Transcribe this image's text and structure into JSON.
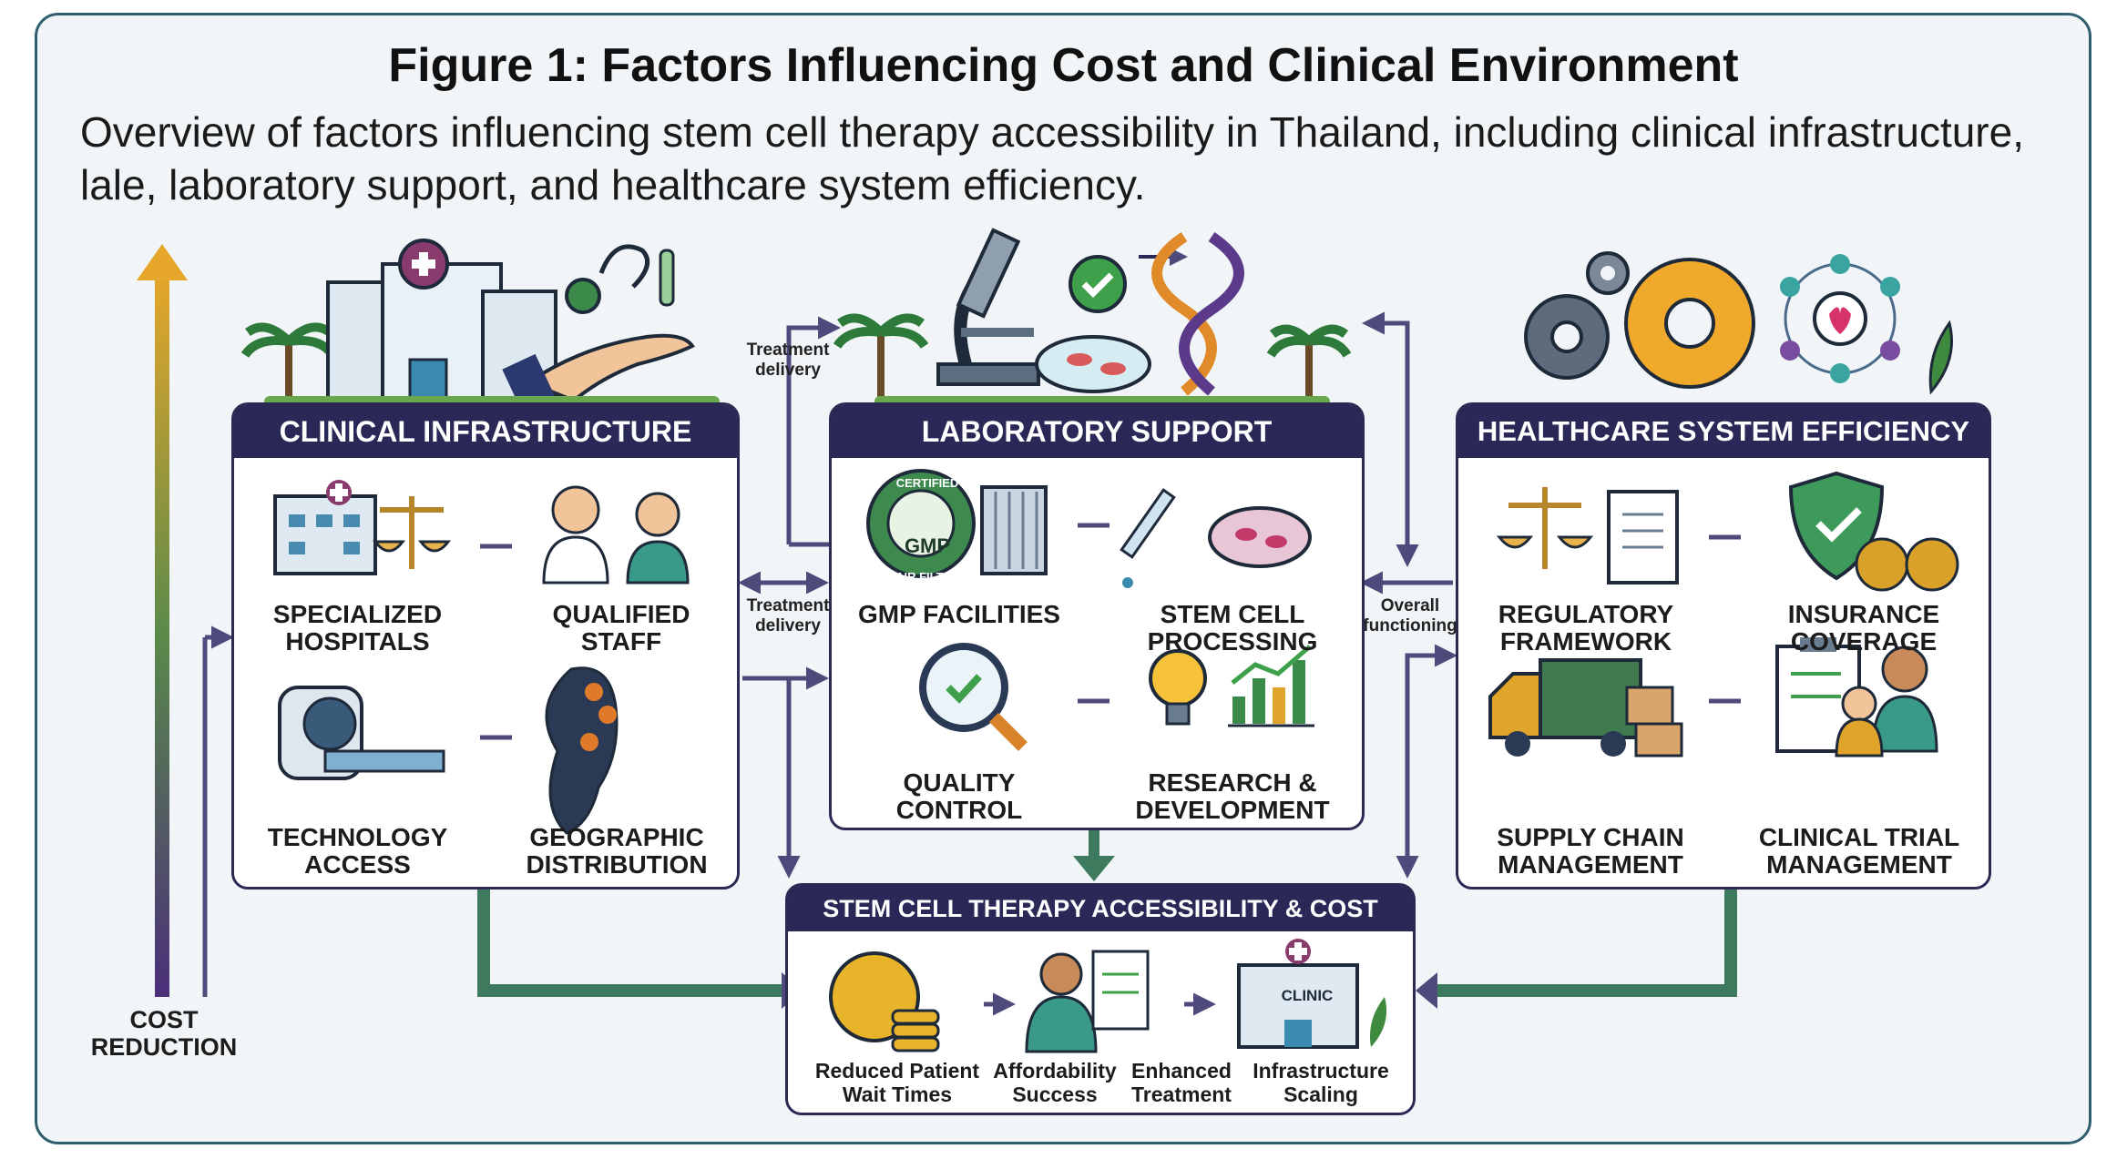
{
  "title": "Figure 1: Factors Influencing Cost and Clinical Environment",
  "subtitle": "Overview of factors influencing stem cell therapy accessibility in Thailand, including clinical infrastructure, lale, laboratory support, and healthcare system efficiency.",
  "colors": {
    "navy": "#2a2856",
    "green": "#3d7a5e",
    "purple": "#5b4b8a",
    "gold": "#e3a72b"
  },
  "panels": {
    "clinical": {
      "header": "CLINICAL INFRASTRUCTURE",
      "items": [
        "SPECIALIZED HOSPITALS",
        "QUALIFIED STAFF",
        "TECHNOLOGY ACCESS",
        "GEOGRAPHIC DISTRIBUTION"
      ]
    },
    "laboratory": {
      "header": "LABORATORY SUPPORT",
      "items": [
        "GMP FACILITIES",
        "STEM CELL PROCESSING",
        "QUALITY CONTROL",
        "RESEARCH & DEVELOPMENT"
      ],
      "badge_text": "GMP",
      "badge_ring_top": "CERTIFIED",
      "badge_ring_bottom": "AIR FILTES"
    },
    "healthcare": {
      "header": "HEALTHCARE SYSTEM EFFICIENCY",
      "items": [
        "REGULATORY FRAMEWORK",
        "INSURANCE COVERAGE",
        "SUPPLY CHAIN MANAGEMENT",
        "CLINICAL TRIAL MANAGEMENT"
      ]
    },
    "outcome": {
      "header": "STEM CELL THERAPY ACCESSIBILITY & COST",
      "items": [
        "Reduced Patient Wait Times",
        "Affordability Success",
        "Enhanced Treatment",
        "Infrastructure Scaling"
      ],
      "clinic_sign": "CLINIC"
    }
  },
  "connectors": {
    "treatment_delivery_top": "Treatment delivery",
    "treatment_delivery_mid": "Treatment delivery",
    "overall_functioning": "Overall functioning"
  },
  "side_arrow_label": "COST REDUCTION",
  "icons": [
    "hospital-icon",
    "hand-icon",
    "stethoscope-icon",
    "test-tube-icon",
    "microscope-icon",
    "petri-dish-icon",
    "checkmark-icon",
    "dna-icon",
    "gear-icon",
    "network-heart-icon",
    "plant-icon",
    "palm-tree-icon",
    "scales-icon",
    "doctor-icon",
    "nurse-icon",
    "mri-scanner-icon",
    "map-pin-icon",
    "gmp-badge-icon",
    "air-filter-icon",
    "pipette-icon",
    "magnifier-icon",
    "lightbulb-icon",
    "bar-chart-icon",
    "document-icon",
    "shield-icon",
    "money-bag-icon",
    "truck-icon",
    "boxes-icon",
    "clipboard-icon",
    "patient-icon",
    "baht-coin-icon",
    "clinic-icon"
  ]
}
